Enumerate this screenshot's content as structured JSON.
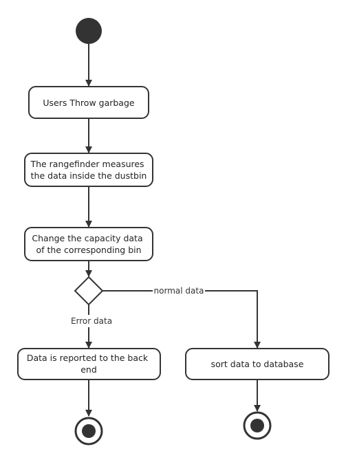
{
  "nodes": {
    "users_throw": {
      "lines": [
        "Users Throw garbage"
      ]
    },
    "rangefinder": {
      "lines": [
        "The rangefinder measures",
        "the data inside the dustbin"
      ]
    },
    "change_capacity": {
      "lines": [
        "Change the capacity data",
        "of the corresponding bin"
      ]
    },
    "report_backend": {
      "lines": [
        "Data is reported to the back",
        "end"
      ]
    },
    "sort_data": {
      "lines": [
        "sort data to database"
      ]
    }
  },
  "edges": {
    "normal_label": "normal data",
    "error_label": "Error data"
  },
  "colors": {
    "stroke": "#333333",
    "fill_dark": "#333333",
    "background": "#ffffff"
  }
}
